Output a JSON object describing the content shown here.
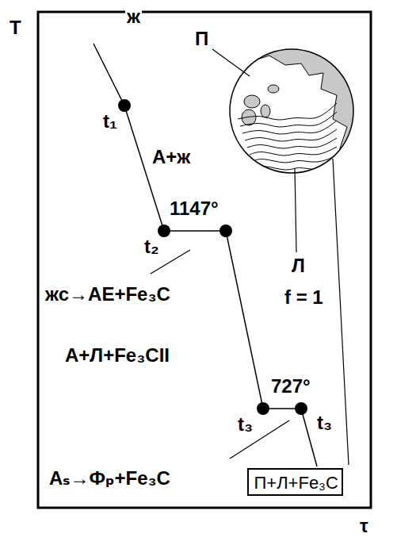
{
  "diagram": {
    "nodes": [
      {
        "text": [
          "П+Л+Fe₃C"
        ]
      }
    ],
    "labels": [
      "Т",
      "ж",
      "П",
      "t₁",
      "А+ж",
      "1147°",
      "t₂",
      "жс→АЕ+Fe₃C",
      "Л",
      "f = 1",
      "А+Л+Fe₃CII",
      "727°",
      "t₃",
      "t₃",
      "Аₛ→Фₚ+Fe₃C",
      "τ"
    ]
  }
}
